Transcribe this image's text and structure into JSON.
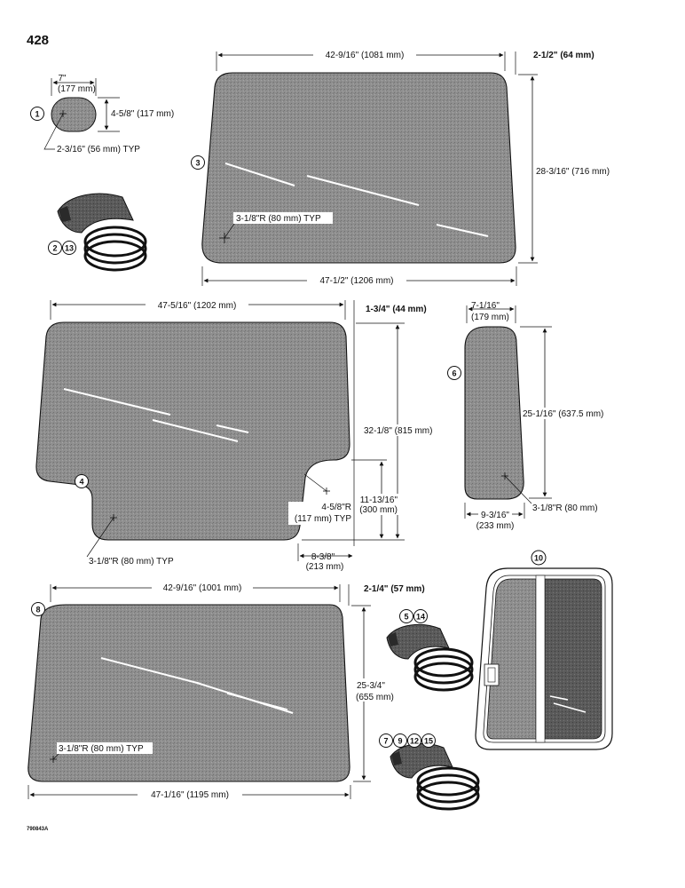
{
  "page_number": "428",
  "drawing_number": "790843A",
  "callouts": {
    "c1": "1",
    "c2": "2",
    "c13": "13",
    "c3": "3",
    "c4": "4",
    "c5": "5",
    "c14": "14",
    "c6": "6",
    "c7": "7",
    "c9": "9",
    "c12": "12",
    "c15": "15",
    "c8": "8",
    "c10": "10"
  },
  "part1": {
    "width": "7\"",
    "width_mm": "(177 mm)",
    "height": "4-5/8\" (117 mm)",
    "radius": "2-3/16\" (56 mm) TYP"
  },
  "part3": {
    "top_width": "42-9/16\" (1081 mm)",
    "offset": "2-1/2\" (64 mm)",
    "height": "28-3/16\" (716 mm)",
    "radius": "3-1/8\"R (80 mm) TYP",
    "bottom_width": "47-1/2\" (1206 mm)"
  },
  "part4": {
    "top_width": "47-5/16\" (1202 mm)",
    "offset": "1-3/4\" (44 mm)",
    "height": "32-1/8\" (815 mm)",
    "notch_height": "11-13/16\"",
    "notch_height_mm": "(300 mm)",
    "notch_radius": "4-5/8\"R",
    "notch_radius_mm": "(117 mm) TYP",
    "notch_width": "8-3/8\"",
    "notch_width_mm": "(213 mm)",
    "radius": "3-1/8\"R (80 mm) TYP"
  },
  "part6": {
    "top_width": "7-1/16\"",
    "top_width_mm": "(179 mm)",
    "height": "25-1/16\" (637.5 mm)",
    "radius": "3-1/8\"R (80 mm)",
    "bottom_width": "9-3/16\"",
    "bottom_width_mm": "(233 mm)"
  },
  "part8": {
    "top_width": "42-9/16\" (1001 mm)",
    "offset": "2-1/4\" (57 mm)",
    "height": "25-3/4\"",
    "height_mm": "(655 mm)",
    "radius": "3-1/8\"R (80 mm) TYP",
    "bottom_width": "47-1/16\" (1195 mm)"
  },
  "colors": {
    "glass": "#8f8f8f",
    "glass_dark": "#555555",
    "line": "#111111",
    "highlight": "#ffffff"
  }
}
